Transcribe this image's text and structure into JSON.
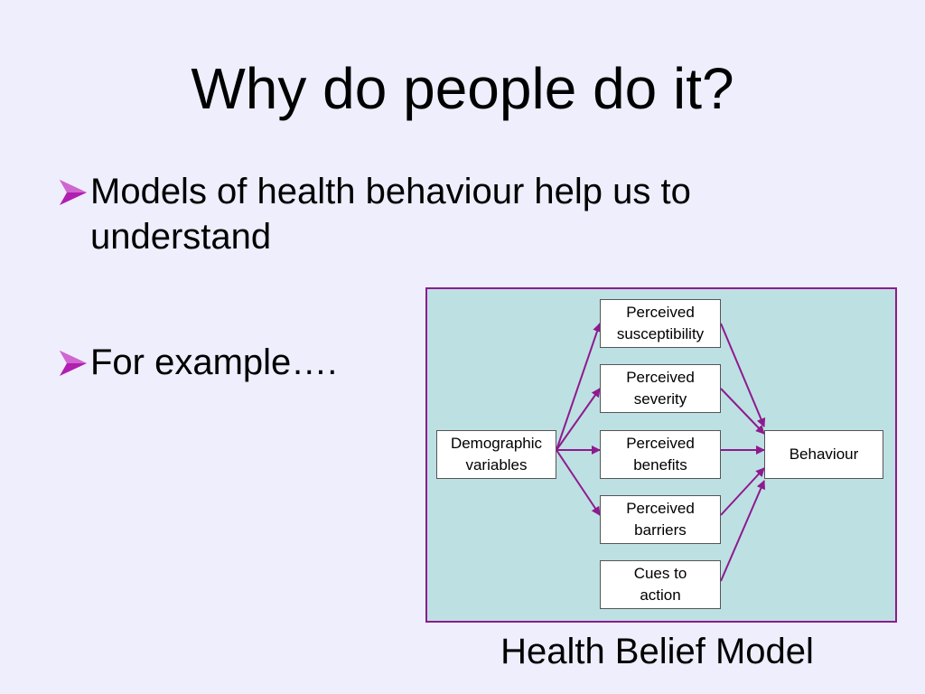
{
  "slide": {
    "title": "Why do people do it?",
    "bullets": [
      "Models of health behaviour help us to understand",
      "For example…."
    ],
    "caption": "Health Belief Model"
  },
  "diagram": {
    "source": "Demographic variables",
    "factors": [
      "Perceived susceptibility",
      "Perceived severity",
      "Perceived benefits",
      "Perceived barriers",
      "Cues to action"
    ],
    "outcome": "Behaviour",
    "edges": [
      [
        "Demographic variables",
        "Perceived susceptibility"
      ],
      [
        "Demographic variables",
        "Perceived severity"
      ],
      [
        "Demographic variables",
        "Perceived benefits"
      ],
      [
        "Demographic variables",
        "Perceived barriers"
      ],
      [
        "Perceived susceptibility",
        "Behaviour"
      ],
      [
        "Perceived severity",
        "Behaviour"
      ],
      [
        "Perceived benefits",
        "Behaviour"
      ],
      [
        "Perceived barriers",
        "Behaviour"
      ],
      [
        "Cues to action",
        "Behaviour"
      ]
    ]
  },
  "colors": {
    "background": "#eeeefc",
    "diagram_fill": "#bde0e3",
    "accent": "#8e1a8e"
  },
  "icons": {
    "bullet": "arrow-bullet-icon"
  }
}
